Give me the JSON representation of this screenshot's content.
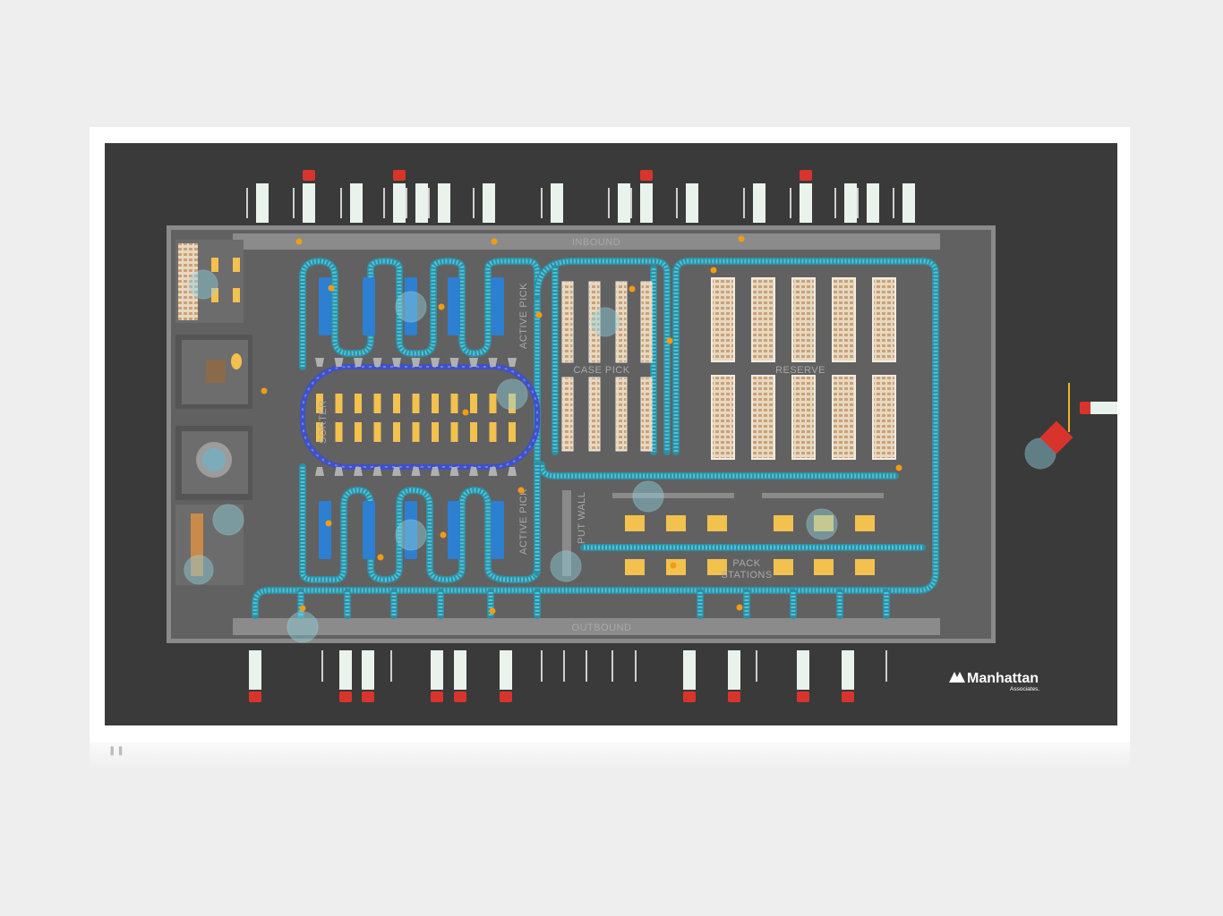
{
  "zones": {
    "inbound": "INBOUND",
    "outbound": "OUTBOUND",
    "active_pick_top": "ACTIVE PICK",
    "active_pick_bottom": "ACTIVE PICK",
    "sorter": "SORTER",
    "case_pick": "CASE PICK",
    "reserve": "RESERVE",
    "put_wall": "PUT WALL",
    "pack_line1": "PACK",
    "pack_line2": "STATIONS"
  },
  "logo": {
    "name": "Manhattan",
    "sub": "Associates."
  },
  "player": {
    "pause_glyph": "❚❚"
  },
  "icons": {
    "pause": "pause-icon",
    "logo": "manhattan-logo-icon"
  },
  "colors": {
    "background": "#3a3a3a",
    "floor": "#616161",
    "wall": "#8a8a8a",
    "conveyor": "#4fc3d9",
    "sorter_loop": "#3f51c8",
    "pick_rack": "#2d7fd1",
    "worker": "#f39c12",
    "truck_cab": "#d9342b",
    "truck_trailer": "#e9f3ec",
    "hotspot": "#8fd2e0"
  }
}
